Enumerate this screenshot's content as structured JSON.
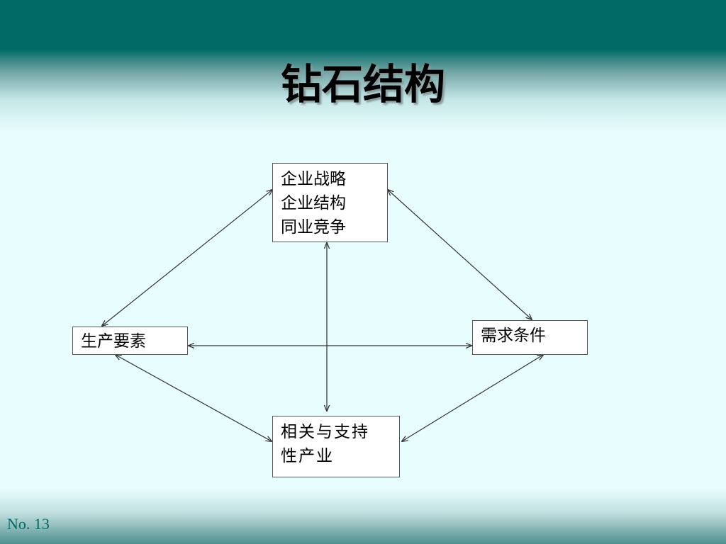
{
  "slide": {
    "title": "钻石结构",
    "page_number": "No. 13"
  },
  "diagram": {
    "nodes": {
      "top": {
        "lines": [
          "企业战略",
          "企业结构",
          "同业竞争"
        ]
      },
      "left": {
        "lines": [
          "生产要素"
        ]
      },
      "right": {
        "lines": [
          "需求条件"
        ]
      },
      "bottom": {
        "lines": [
          "相关与支持",
          "性产业"
        ]
      }
    },
    "edges": [
      {
        "from": "top",
        "to": "left",
        "direction": "both"
      },
      {
        "from": "top",
        "to": "right",
        "direction": "both"
      },
      {
        "from": "top",
        "to": "bottom",
        "direction": "both"
      },
      {
        "from": "left",
        "to": "right",
        "direction": "both"
      },
      {
        "from": "left",
        "to": "bottom",
        "direction": "both"
      },
      {
        "from": "right",
        "to": "bottom",
        "direction": "both"
      }
    ]
  },
  "colors": {
    "header_band": "#006a66",
    "background": "#e8fdfd",
    "page_number": "#006a66",
    "arrow": "#333333"
  }
}
